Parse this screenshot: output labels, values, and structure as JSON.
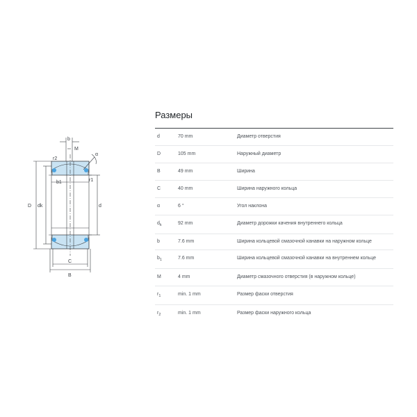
{
  "title": "Размеры",
  "rows": [
    {
      "sym": "d",
      "sub": "",
      "value": "70 mm",
      "desc": "Диаметр отверстия"
    },
    {
      "sym": "D",
      "sub": "",
      "value": "105 mm",
      "desc": "Наружный диаметр"
    },
    {
      "sym": "B",
      "sub": "",
      "value": "49 mm",
      "desc": "Ширина"
    },
    {
      "sym": "C",
      "sub": "",
      "value": "40 mm",
      "desc": "Ширина наружного кольца"
    },
    {
      "sym": "α",
      "sub": "",
      "value": "6 °",
      "desc": "Угол наклона"
    },
    {
      "sym": "d",
      "sub": "k",
      "value": "92 mm",
      "desc": "Диаметр дорожки качения внутреннего кольца"
    },
    {
      "sym": "b",
      "sub": "",
      "value": "7.6 mm",
      "desc": "Ширина кольцевой смазочной канавки на наружном кольце"
    },
    {
      "sym": "b",
      "sub": "1",
      "value": "7.6 mm",
      "desc": "Ширина кольцевой смазочной канавки на внутреннем кольце"
    },
    {
      "sym": "M",
      "sub": "",
      "value": "4 mm",
      "desc": "Диаметр смазочного отверстия (в наружном кольце)"
    },
    {
      "sym": "r",
      "sub": "1",
      "value": "min. 1 mm",
      "desc": "Размер фаски отверстия"
    },
    {
      "sym": "r",
      "sub": "2",
      "value": "min. 1 mm",
      "desc": "Размер фаски наружного кольца"
    }
  ],
  "drawing_labels": {
    "b": "b",
    "M": "M",
    "alpha": "α",
    "r2": "r2",
    "r1": "r1",
    "b1": "b1",
    "D": "D",
    "dk": "dk",
    "d": "d",
    "C": "C",
    "B": "B"
  },
  "colors": {
    "section_fill": "#c9e3f3",
    "accent": "#4aa3e0",
    "line": "#3b3f44"
  }
}
